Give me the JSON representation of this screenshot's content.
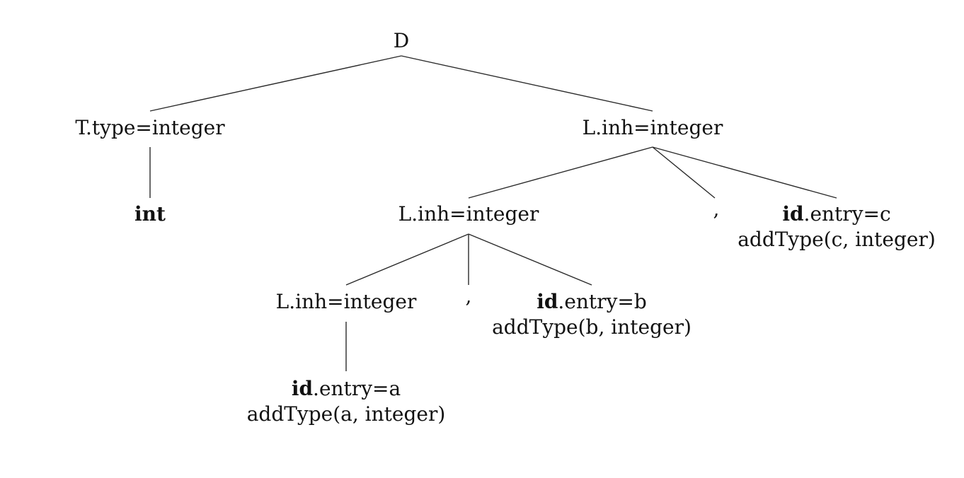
{
  "tree": {
    "root": {
      "label": "D"
    },
    "t_type": {
      "label": "T.type=integer"
    },
    "int_leaf": {
      "label": "int"
    },
    "l_top": {
      "label": "L.inh=integer"
    },
    "l_mid": {
      "label": "L.inh=integer"
    },
    "comma_top": {
      "label": ","
    },
    "id_c": {
      "bold": "id",
      "rest": ".entry=c",
      "action": "addType(c, integer)"
    },
    "l_bottom": {
      "label": "L.inh=integer"
    },
    "comma_mid": {
      "label": ","
    },
    "id_b": {
      "bold": "id",
      "rest": ".entry=b",
      "action": "addType(b, integer)"
    },
    "id_a": {
      "bold": "id",
      "rest": ".entry=a",
      "action": "addType(a, integer)"
    }
  }
}
